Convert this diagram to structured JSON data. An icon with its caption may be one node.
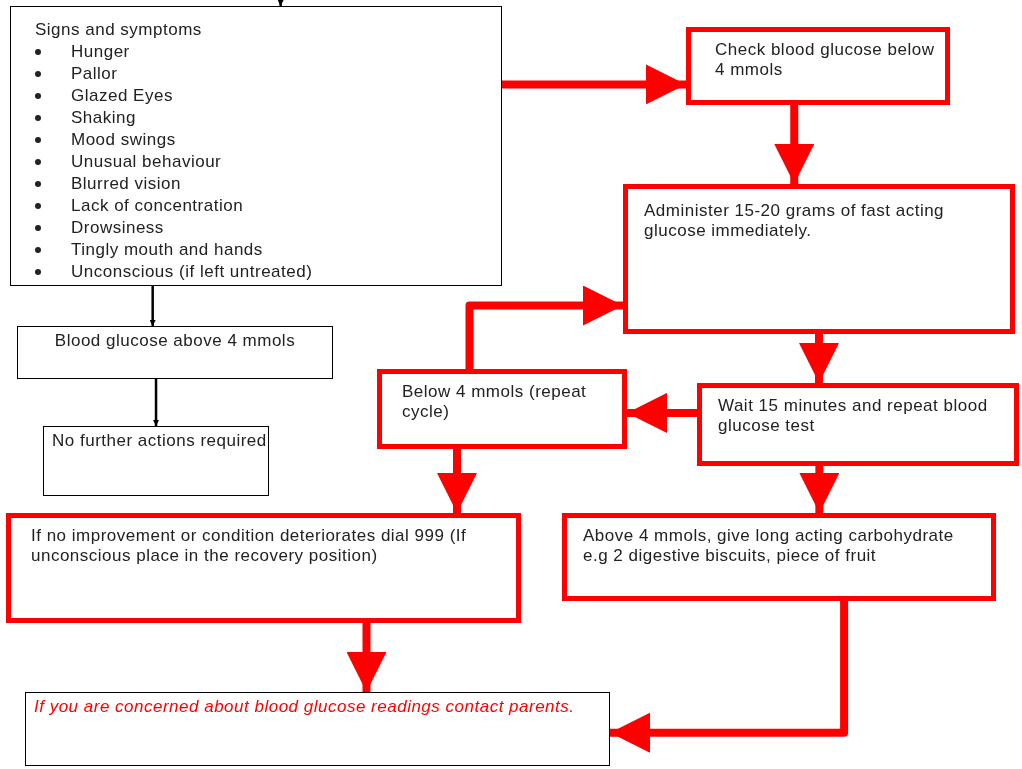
{
  "diagram": {
    "nodes": [
      {
        "text": [
          "Signs and symptoms",
          "Hunger",
          "Pallor",
          "Glazed Eyes",
          "Shaking",
          "Mood swings",
          "Unusual behaviour",
          "Blurred vision",
          "Lack of concentration",
          "Drowsiness",
          "Tingly mouth and hands",
          "Unconscious (if left untreated)"
        ]
      },
      {
        "text": [
          "Check blood glucose below 4 mmols"
        ]
      },
      {
        "text": [
          "Administer 15-20 grams of fast acting glucose immediately."
        ]
      },
      {
        "text": [
          "Wait 15 minutes and repeat blood glucose test"
        ]
      },
      {
        "text": [
          "Below 4 mmols (repeat cycle)"
        ]
      },
      {
        "text": [
          "Blood glucose above 4 mmols"
        ]
      },
      {
        "text": [
          "No further actions required"
        ]
      },
      {
        "text": [
          "If no improvement or condition deteriorates dial 999 (If unconscious place in the recovery position)"
        ]
      },
      {
        "text": [
          "Above 4 mmols, give long acting carbohydrate e.g 2 digestive biscuits, piece of fruit"
        ]
      },
      {
        "text": [
          "If you are concerned about blood glucose readings contact parents."
        ]
      }
    ],
    "edges": [
      {
        "from": null,
        "to": 0,
        "arrow": "to",
        "color": "#000000"
      },
      {
        "from": 0,
        "to": 1,
        "arrow": "to"
      },
      {
        "from": 1,
        "to": 2,
        "arrow": "to"
      },
      {
        "from": 2,
        "to": 3,
        "arrow": "to"
      },
      {
        "from": 3,
        "to": 4,
        "arrow": "to"
      },
      {
        "from": 4,
        "to": 2,
        "arrow": "to"
      },
      {
        "from": 4,
        "to": 7,
        "arrow": "to"
      },
      {
        "from": 3,
        "to": 8,
        "arrow": "to"
      },
      {
        "from": 8,
        "to": 9,
        "arrow": "to"
      },
      {
        "from": 7,
        "to": 9,
        "arrow": "to"
      },
      {
        "from": 0,
        "to": 5,
        "arrow": "to",
        "color": "#000000"
      },
      {
        "from": 5,
        "to": 6,
        "arrow": "to",
        "color": "#000000"
      }
    ]
  }
}
